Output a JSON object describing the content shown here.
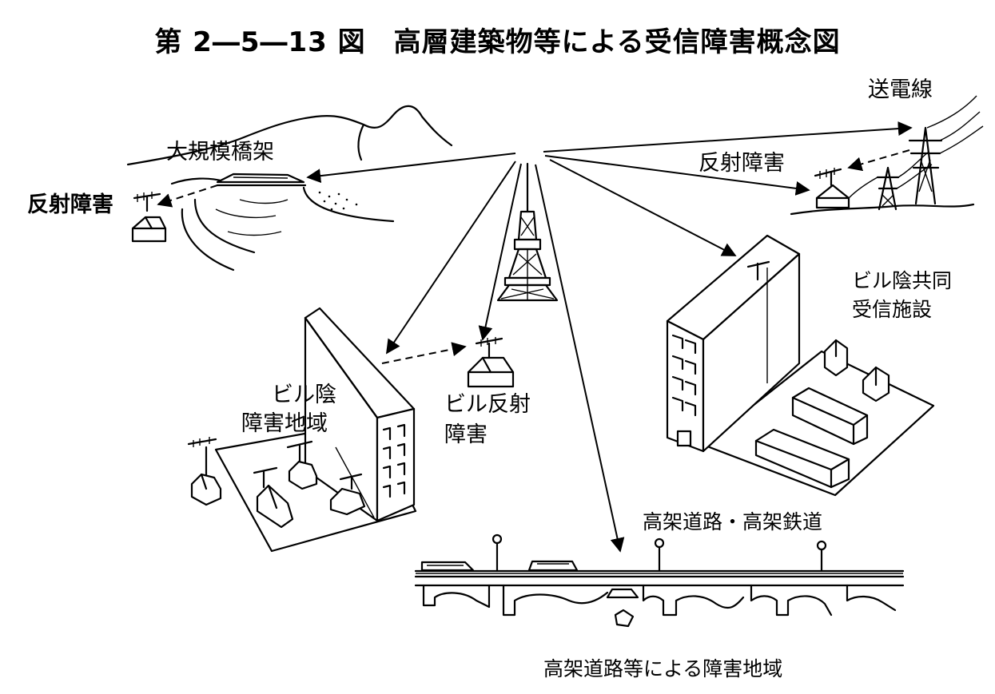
{
  "title": "第 2―5―13 図　高層建築物等による受信障害概念図",
  "labels": {
    "power_line": "送電線",
    "reflection_right": "反射障害",
    "large_bridge": "大規模橋架",
    "reflection_left": "反射障害",
    "shadow_area_line1": "ビル陰",
    "shadow_area_line2": "障害地域",
    "building_reflection_line1": "ビル反射",
    "building_reflection_line2": "障害",
    "shared_reception_line1": "ビル陰共同",
    "shared_reception_line2": "受信施設",
    "elevated_road": "高架道路・高架鉄道",
    "elevated_area": "高架道路等による障害地域"
  }
}
